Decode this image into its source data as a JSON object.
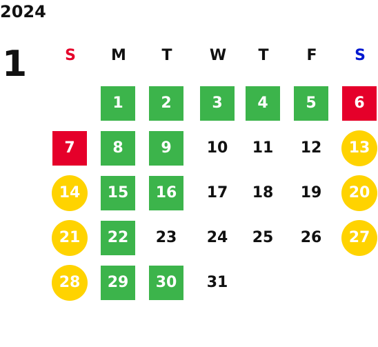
{
  "calendar": {
    "year": "2024",
    "month": "1",
    "weekdays": [
      {
        "label": "S",
        "color": "#e5002a"
      },
      {
        "label": "M",
        "color": "#111111"
      },
      {
        "label": "T",
        "color": "#111111"
      },
      {
        "label": "W",
        "color": "#111111"
      },
      {
        "label": "T",
        "color": "#111111"
      },
      {
        "label": "F",
        "color": "#111111"
      },
      {
        "label": "S",
        "color": "#0018d0"
      }
    ],
    "legend_colors": {
      "green": "#3cb44b",
      "red": "#e5002a",
      "yellow": "#ffd300"
    },
    "days": [
      {
        "day": "1",
        "style": "green"
      },
      {
        "day": "2",
        "style": "green"
      },
      {
        "day": "3",
        "style": "green"
      },
      {
        "day": "4",
        "style": "green"
      },
      {
        "day": "5",
        "style": "green"
      },
      {
        "day": "6",
        "style": "red"
      },
      {
        "day": "7",
        "style": "red"
      },
      {
        "day": "8",
        "style": "green"
      },
      {
        "day": "9",
        "style": "green"
      },
      {
        "day": "10",
        "style": "plain"
      },
      {
        "day": "11",
        "style": "plain"
      },
      {
        "day": "12",
        "style": "plain"
      },
      {
        "day": "13",
        "style": "yellow"
      },
      {
        "day": "14",
        "style": "yellow"
      },
      {
        "day": "15",
        "style": "green"
      },
      {
        "day": "16",
        "style": "green"
      },
      {
        "day": "17",
        "style": "plain"
      },
      {
        "day": "18",
        "style": "plain"
      },
      {
        "day": "19",
        "style": "plain"
      },
      {
        "day": "20",
        "style": "yellow"
      },
      {
        "day": "21",
        "style": "yellow"
      },
      {
        "day": "22",
        "style": "green"
      },
      {
        "day": "23",
        "style": "plain"
      },
      {
        "day": "24",
        "style": "plain"
      },
      {
        "day": "25",
        "style": "plain"
      },
      {
        "day": "26",
        "style": "plain"
      },
      {
        "day": "27",
        "style": "yellow"
      },
      {
        "day": "28",
        "style": "yellow"
      },
      {
        "day": "29",
        "style": "green"
      },
      {
        "day": "30",
        "style": "green"
      },
      {
        "day": "31",
        "style": "plain"
      }
    ]
  }
}
